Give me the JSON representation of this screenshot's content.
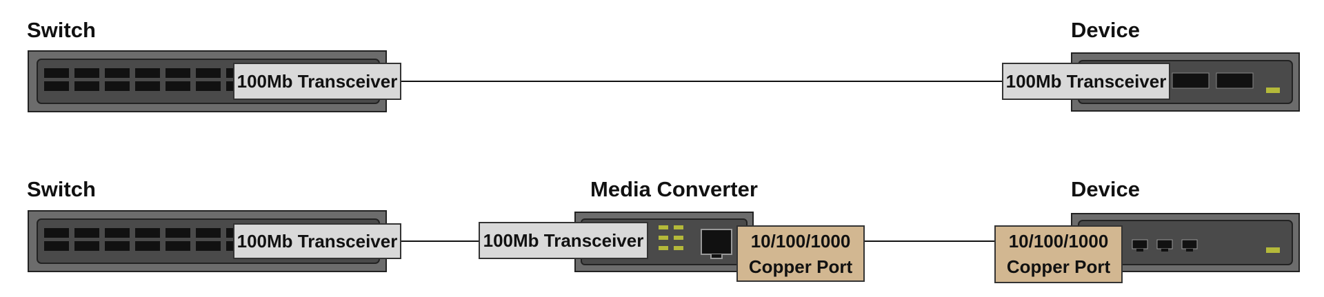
{
  "row1": {
    "left_heading": "Switch",
    "right_heading": "Device",
    "switch_transceiver_label": "100Mb Transceiver",
    "device_transceiver_label": "100Mb Transceiver"
  },
  "row2": {
    "left_heading": "Switch",
    "middle_heading": "Media Converter",
    "right_heading": "Device",
    "switch_transceiver_label": "100Mb Transceiver",
    "converter_transceiver_label": "100Mb Transceiver",
    "converter_copper_label_line1": "10/100/1000",
    "converter_copper_label_line2": "Copper Port",
    "device_copper_label_line1": "10/100/1000",
    "device_copper_label_line2": "Copper Port"
  },
  "colors": {
    "chassis": "#6c6c6c",
    "panel": "#4a4a4a",
    "port": "#111111",
    "transceiver": "#d9d9d9",
    "copper": "#d2b791",
    "led": "#b4b93a",
    "cable": "#111111"
  }
}
